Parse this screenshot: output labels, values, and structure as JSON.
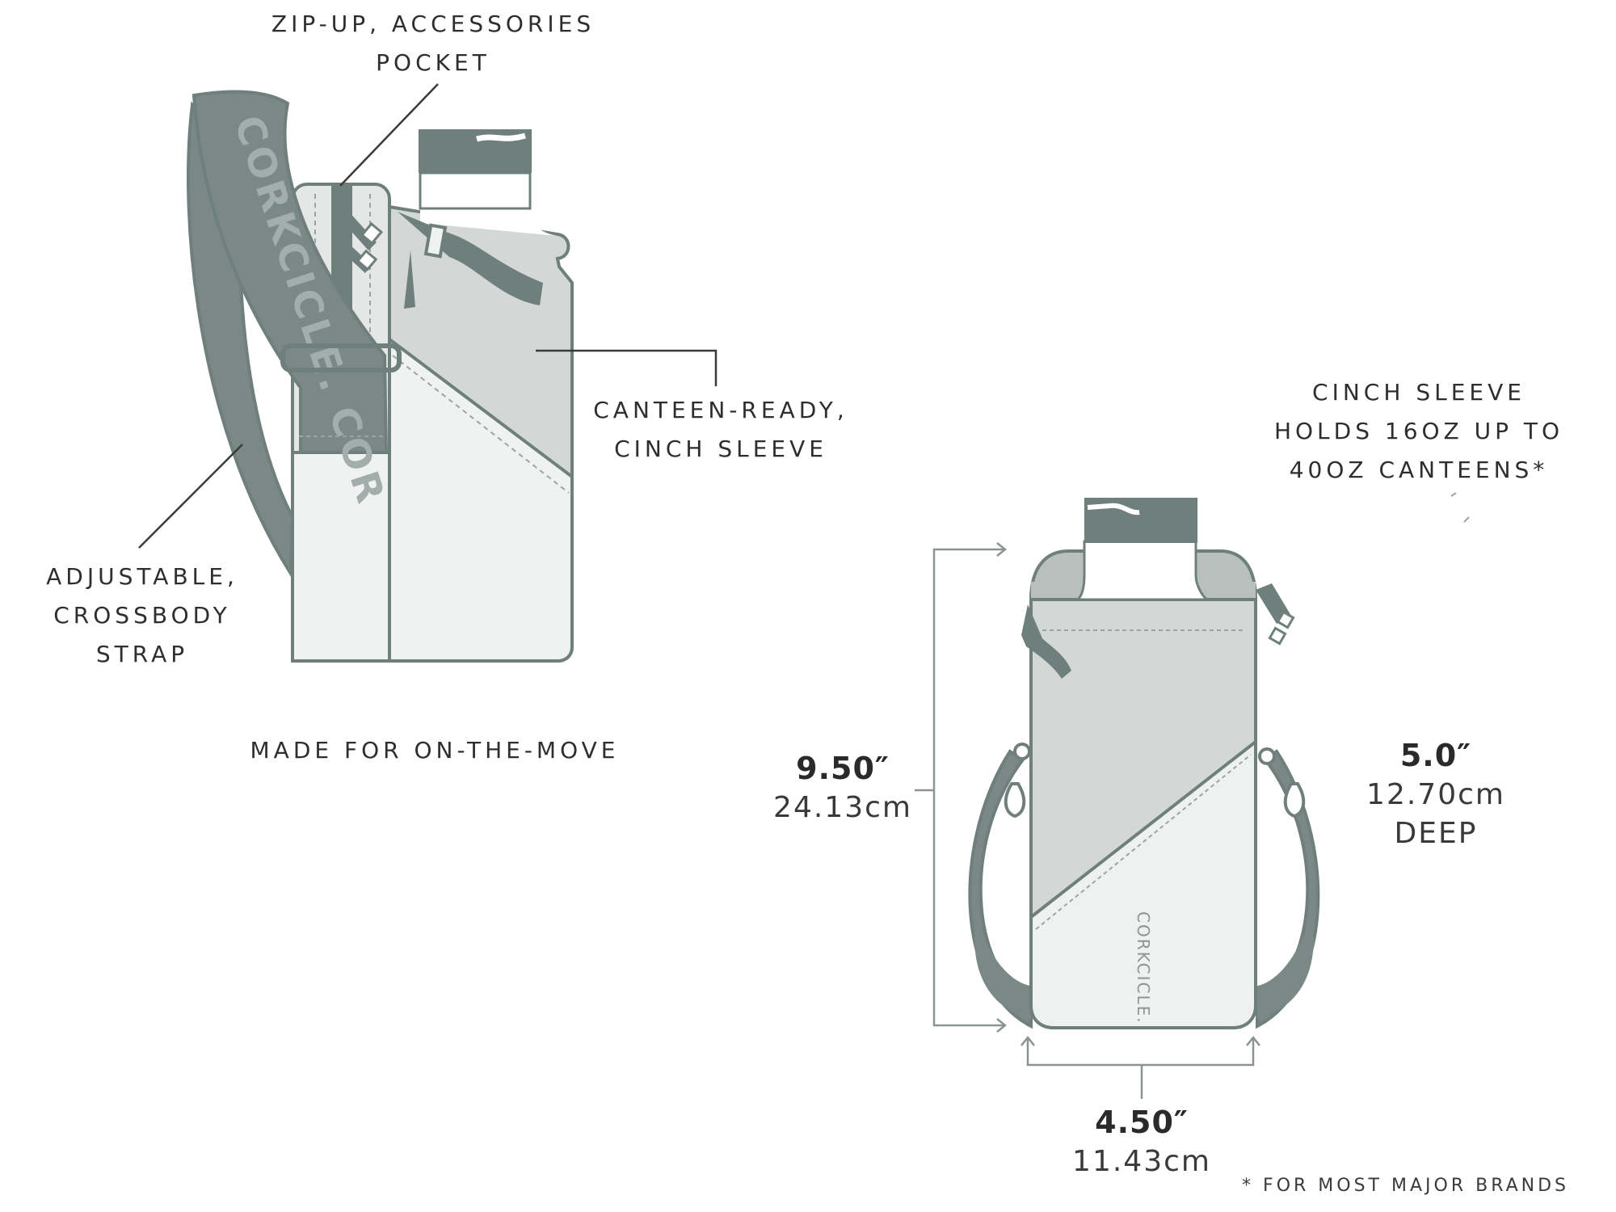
{
  "brand": {
    "wordmark": "CORKCICLE."
  },
  "colors": {
    "outline": "#6f7f7c",
    "strap_dark": "#7b8986",
    "panel_mid": "#d3d8d6",
    "panel_light": "#eef0ef",
    "panel_shade": "#b9bfbd",
    "text": "#2e2e2e"
  },
  "callouts": {
    "zip_pocket": [
      "ZIP-UP, ACCESSORIES",
      "POCKET"
    ],
    "canteen_sleeve": [
      "CANTEEN-READY,",
      "CINCH SLEEVE"
    ],
    "strap": [
      "ADJUSTABLE,",
      "CROSSBODY",
      "STRAP"
    ],
    "tagline": "MADE FOR ON-THE-MOVE",
    "capacity": [
      "CINCH SLEEVE",
      "HOLDS 16OZ UP TO",
      "40OZ CANTEENS*"
    ]
  },
  "dimensions": {
    "height": {
      "imperial": "9.50″",
      "metric": "24.13cm"
    },
    "depth": {
      "imperial": "5.0″",
      "metric": "12.70cm",
      "note": "DEEP"
    },
    "width": {
      "imperial": "4.50″",
      "metric": "11.43cm"
    }
  },
  "footnote": "* FOR MOST MAJOR BRANDS"
}
